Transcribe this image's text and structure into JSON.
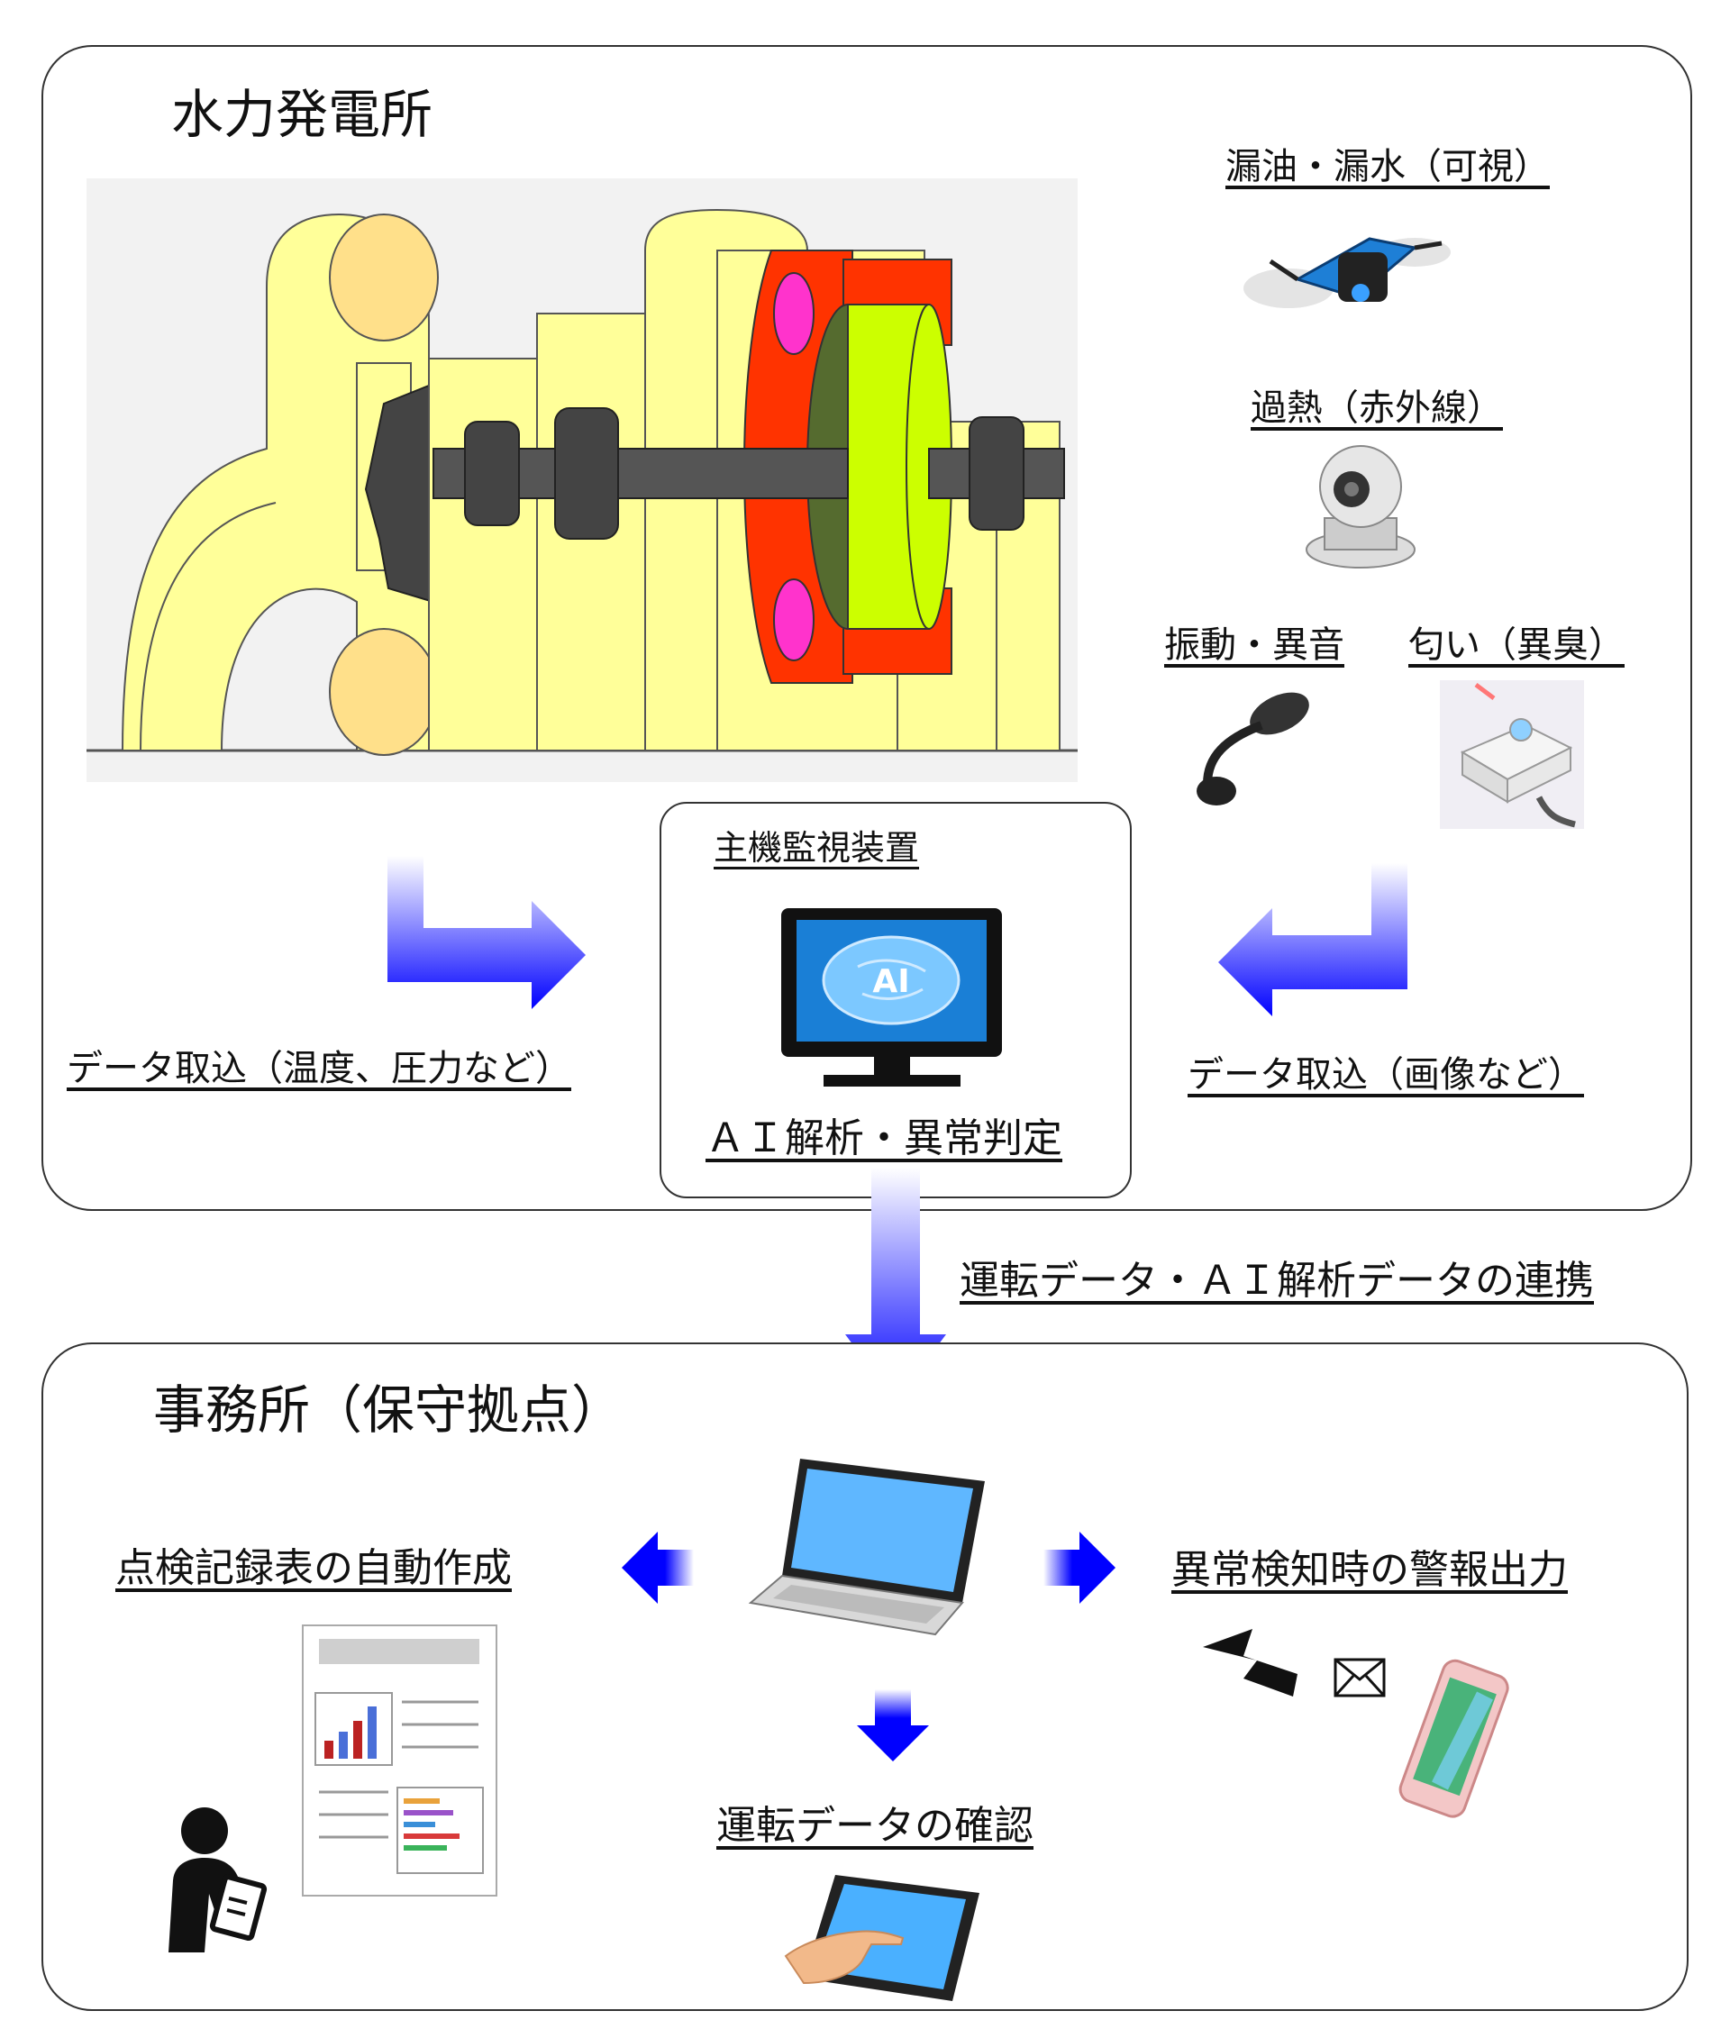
{
  "power_plant": {
    "title": "水力発電所",
    "sensors": {
      "leak": "漏油・漏水（可視）",
      "overheat": "過熱（赤外線）",
      "vibration": "振動・異音",
      "smell": "匂い（異臭）"
    },
    "data_in_left": "データ取込（温度、圧力など）",
    "data_in_right": "データ取込（画像など）",
    "monitor": {
      "title": "主機監視装置",
      "screen_text": "AI",
      "caption": "ＡＩ解析・異常判定"
    }
  },
  "link_label": "運転データ・ＡＩ解析データの連携",
  "office": {
    "title": "事務所（保守拠点）",
    "auto_report": "点検記録表の自動作成",
    "alarm_output": "異常検知時の警報出力",
    "check_data": "運転データの確認"
  },
  "colors": {
    "arrow_blue": "#0000ff",
    "turbine_yellow": "#ffff99",
    "rotor_green": "#ccff00",
    "stator_red": "#ff3300",
    "stator_magenta": "#ff33cc"
  }
}
